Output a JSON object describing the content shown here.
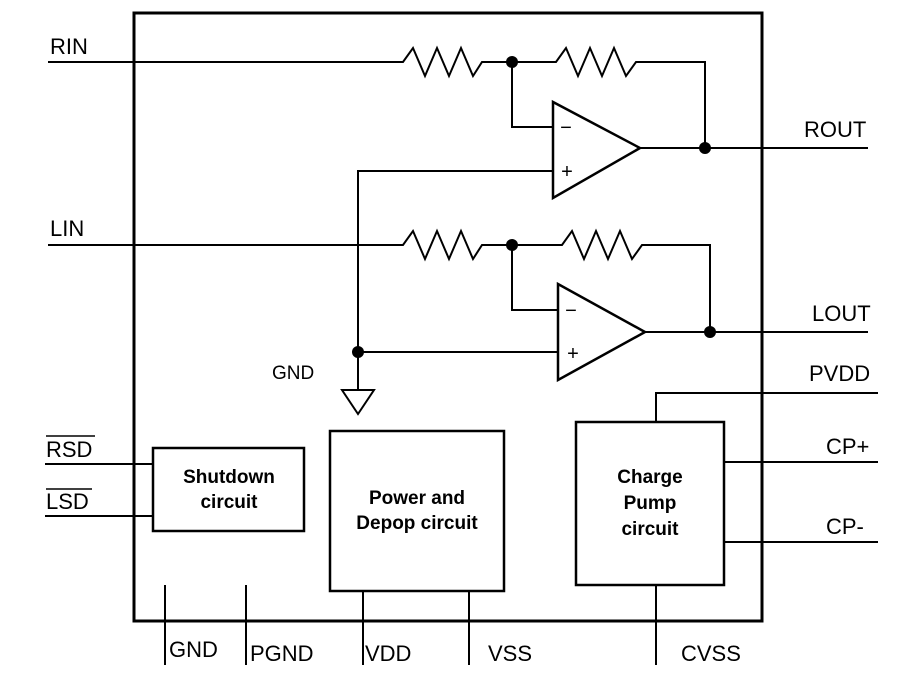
{
  "pins": {
    "rin": "RIN",
    "lin": "LIN",
    "rout": "ROUT",
    "lout": "LOUT",
    "pvdd": "PVDD",
    "cp_plus": "CP+",
    "cp_minus": "CP-",
    "rsd": "RSD",
    "lsd": "LSD",
    "gnd_symbol": "GND",
    "gnd_bottom": "GND",
    "pgnd": "PGND",
    "vdd": "VDD",
    "vss": "VSS",
    "cvss": "CVSS"
  },
  "blocks": {
    "shutdown": [
      "Shutdown",
      "circuit"
    ],
    "power": [
      "Power and",
      "Depop circuit"
    ],
    "charge_pump": [
      "Charge",
      "Pump",
      "circuit"
    ]
  },
  "opamp_signs": {
    "minus": "−",
    "plus": "+"
  }
}
